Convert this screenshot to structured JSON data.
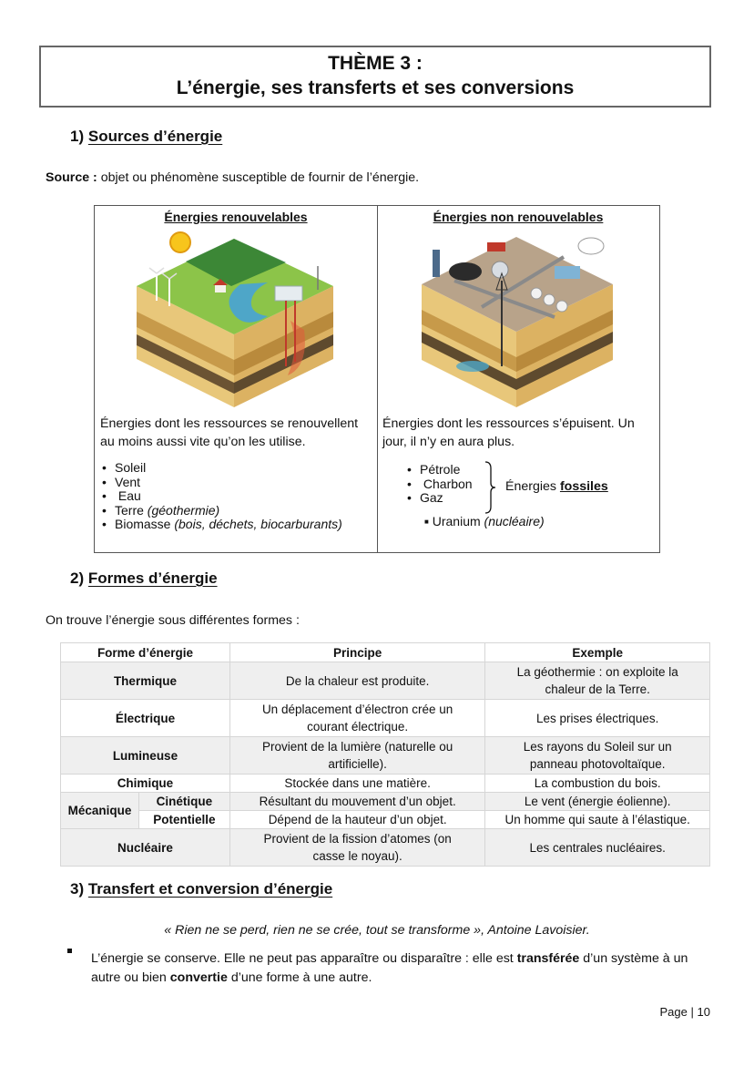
{
  "header": {
    "line1": "THÈME 3 :",
    "line2": "L’énergie, ses transferts et ses conversions"
  },
  "section1": {
    "num": "1)",
    "title": "Sources d’énergie"
  },
  "source_def": {
    "label": "Source :",
    "text": " objet ou phénomène susceptible de fournir de l’énergie."
  },
  "renewable": {
    "heading": "Énergies renouvelables",
    "desc_line1": "Énergies dont les ressources se renouvellent",
    "desc_line2": "au moins aussi vite qu’on les utilise.",
    "items": [
      {
        "main": "Soleil",
        "note": ""
      },
      {
        "main": "Vent",
        "note": ""
      },
      {
        "main": " Eau",
        "note": ""
      },
      {
        "main": "Terre ",
        "note": "(géothermie)"
      },
      {
        "main": "Biomasse ",
        "note": "(bois, déchets, biocarburants)"
      }
    ]
  },
  "nonrenewable": {
    "heading": "Énergies non renouvelables",
    "desc_line1": "Énergies dont les ressources s’épuisent. Un",
    "desc_line2": "jour, il n’y en aura plus.",
    "fossil_items": [
      "Pétrole",
      " Charbon",
      "Gaz"
    ],
    "fossil_label_pre": "Énergies ",
    "fossil_label_word": "fossiles",
    "uranium_main": "Uranium ",
    "uranium_note": "(nucléaire)"
  },
  "section2": {
    "num": "2)",
    "title": "Formes d’énergie"
  },
  "forms_intro": "On trouve l’énergie sous différentes formes :",
  "forms_table": {
    "headers": [
      "Forme d’énergie",
      "Principe",
      "Exemple"
    ],
    "rows": {
      "thermique": {
        "form": "Thermique",
        "principe": "De la chaleur est produite.",
        "exemple_1": "La géothermie : on exploite la",
        "exemple_2": "chaleur de la Terre."
      },
      "electrique": {
        "form": "Électrique",
        "principe_1": "Un déplacement d’électron crée un",
        "principe_2": "courant électrique.",
        "exemple": "Les prises électriques."
      },
      "lumineuse": {
        "form": "Lumineuse",
        "principe_1": "Provient de la lumière (naturelle ou",
        "principe_2": "artificielle).",
        "exemple_1": "Les rayons du Soleil sur un",
        "exemple_2": "panneau photovoltaïque."
      },
      "chimique": {
        "form": "Chimique",
        "principe": "Stockée dans une matière.",
        "exemple": "La combustion du bois."
      },
      "mecanique": {
        "form": "Mécanique"
      },
      "cinetique": {
        "form": "Cinétique",
        "principe": "Résultant du mouvement d’un objet.",
        "exemple": "Le vent (énergie éolienne)."
      },
      "potentielle": {
        "form": "Potentielle",
        "principe": "Dépend de la hauteur d’un objet.",
        "exemple": "Un homme qui saute à l’élastique."
      },
      "nucleaire": {
        "form": "Nucléaire",
        "principe_1": "Provient de la fission d’atomes (on",
        "principe_2": "casse le noyau).",
        "exemple": "Les centrales nucléaires."
      }
    }
  },
  "section3": {
    "num": "3)",
    "title": "Transfert et conversion d’énergie"
  },
  "quote": "« Rien ne se perd, rien ne se crée, tout se transforme », Antoine Lavoisier.",
  "conservation": {
    "part1": "L’énergie se conserve. Elle ne peut pas apparaître ou disparaître : elle est ",
    "bold1": "transférée",
    "part2": " d’un système à un autre ou bien ",
    "bold2": "convertie",
    "part3": " d’une forme à une autre."
  },
  "footer": {
    "label": "Page",
    "sep": "|",
    "number": "10"
  }
}
